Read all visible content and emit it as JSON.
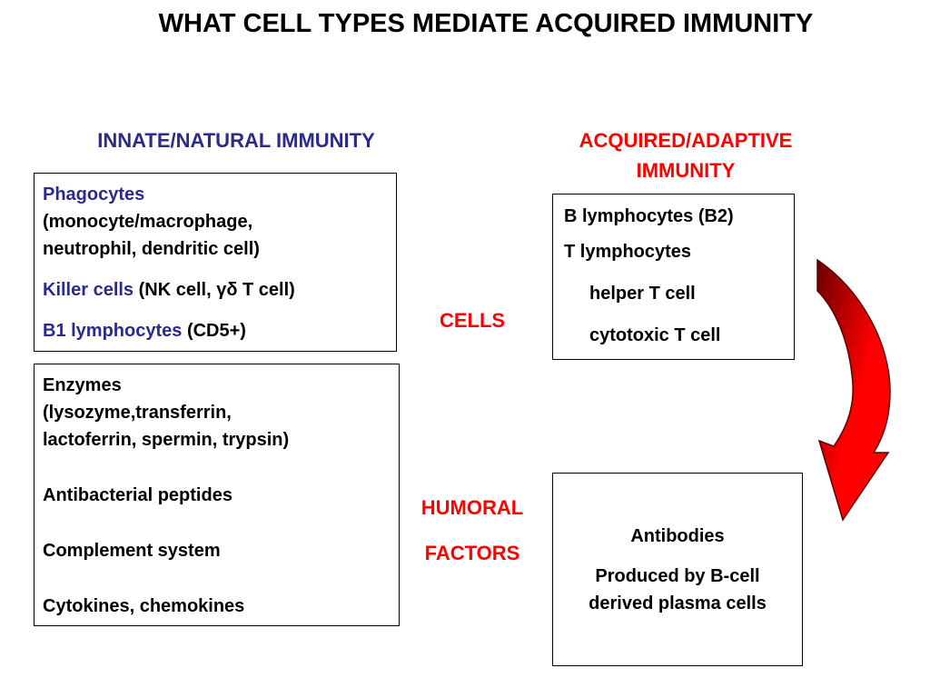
{
  "title": "WHAT CELL TYPES MEDIATE ACQUIRED IMMUNITY",
  "innate": {
    "heading": "INNATE/NATURAL IMMUNITY",
    "cells": {
      "phagocytes_label": "Phagocytes",
      "phagocytes_detail_1": "(monocyte/macrophage,",
      "phagocytes_detail_2": "neutrophil, dendritic cell)",
      "killer_label": "Killer cells",
      "killer_detail": " (NK cell, γδ T cell)",
      "b1_label": "B1 lymphocytes",
      "b1_detail": " (CD5+)"
    },
    "humoral": {
      "enzymes_1": "Enzymes",
      "enzymes_2": "(lysozyme,transferrin,",
      "enzymes_3": "lactoferrin, spermin, trypsin)",
      "peptides": "Antibacterial peptides",
      "complement": "Complement system",
      "cytokines": "Cytokines, chemokines"
    }
  },
  "acquired": {
    "heading_1": "ACQUIRED/ADAPTIVE",
    "heading_2": "IMMUNITY",
    "cells": {
      "b_lymph": "B lymphocytes (B2)",
      "t_lymph": "T lymphocytes",
      "helper": "helper T cell",
      "cytotoxic": "cytotoxic T cell"
    },
    "humoral": {
      "antibodies": "Antibodies",
      "produced_1": "Produced by B-cell",
      "produced_2": "derived plasma cells"
    }
  },
  "labels": {
    "cells": "CELLS",
    "humoral": "HUMORAL",
    "factors": "FACTORS"
  },
  "colors": {
    "innate_accent": "#2b2b8c",
    "acquired_accent": "#ff0000",
    "arrow_dark": "#6b0000",
    "arrow_light": "#ff0000"
  }
}
